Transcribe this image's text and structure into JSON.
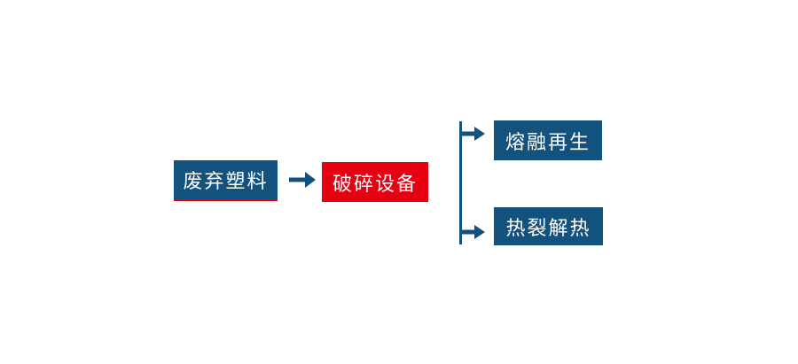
{
  "colors": {
    "blue": "#14527E",
    "red": "#E60012",
    "text": "#FFFFFF",
    "background": "#FFFFFF"
  },
  "diagram": {
    "source_node": {
      "label": "废弃塑料"
    },
    "process_node": {
      "label": "破碎设备"
    },
    "output_top_node": {
      "label": "熔融再生"
    },
    "output_bottom_node": {
      "label": "热裂解热"
    },
    "icons": {
      "main_arrow": "right-arrow",
      "branch_arrow_top": "right-arrow",
      "branch_arrow_bottom": "right-arrow"
    }
  }
}
